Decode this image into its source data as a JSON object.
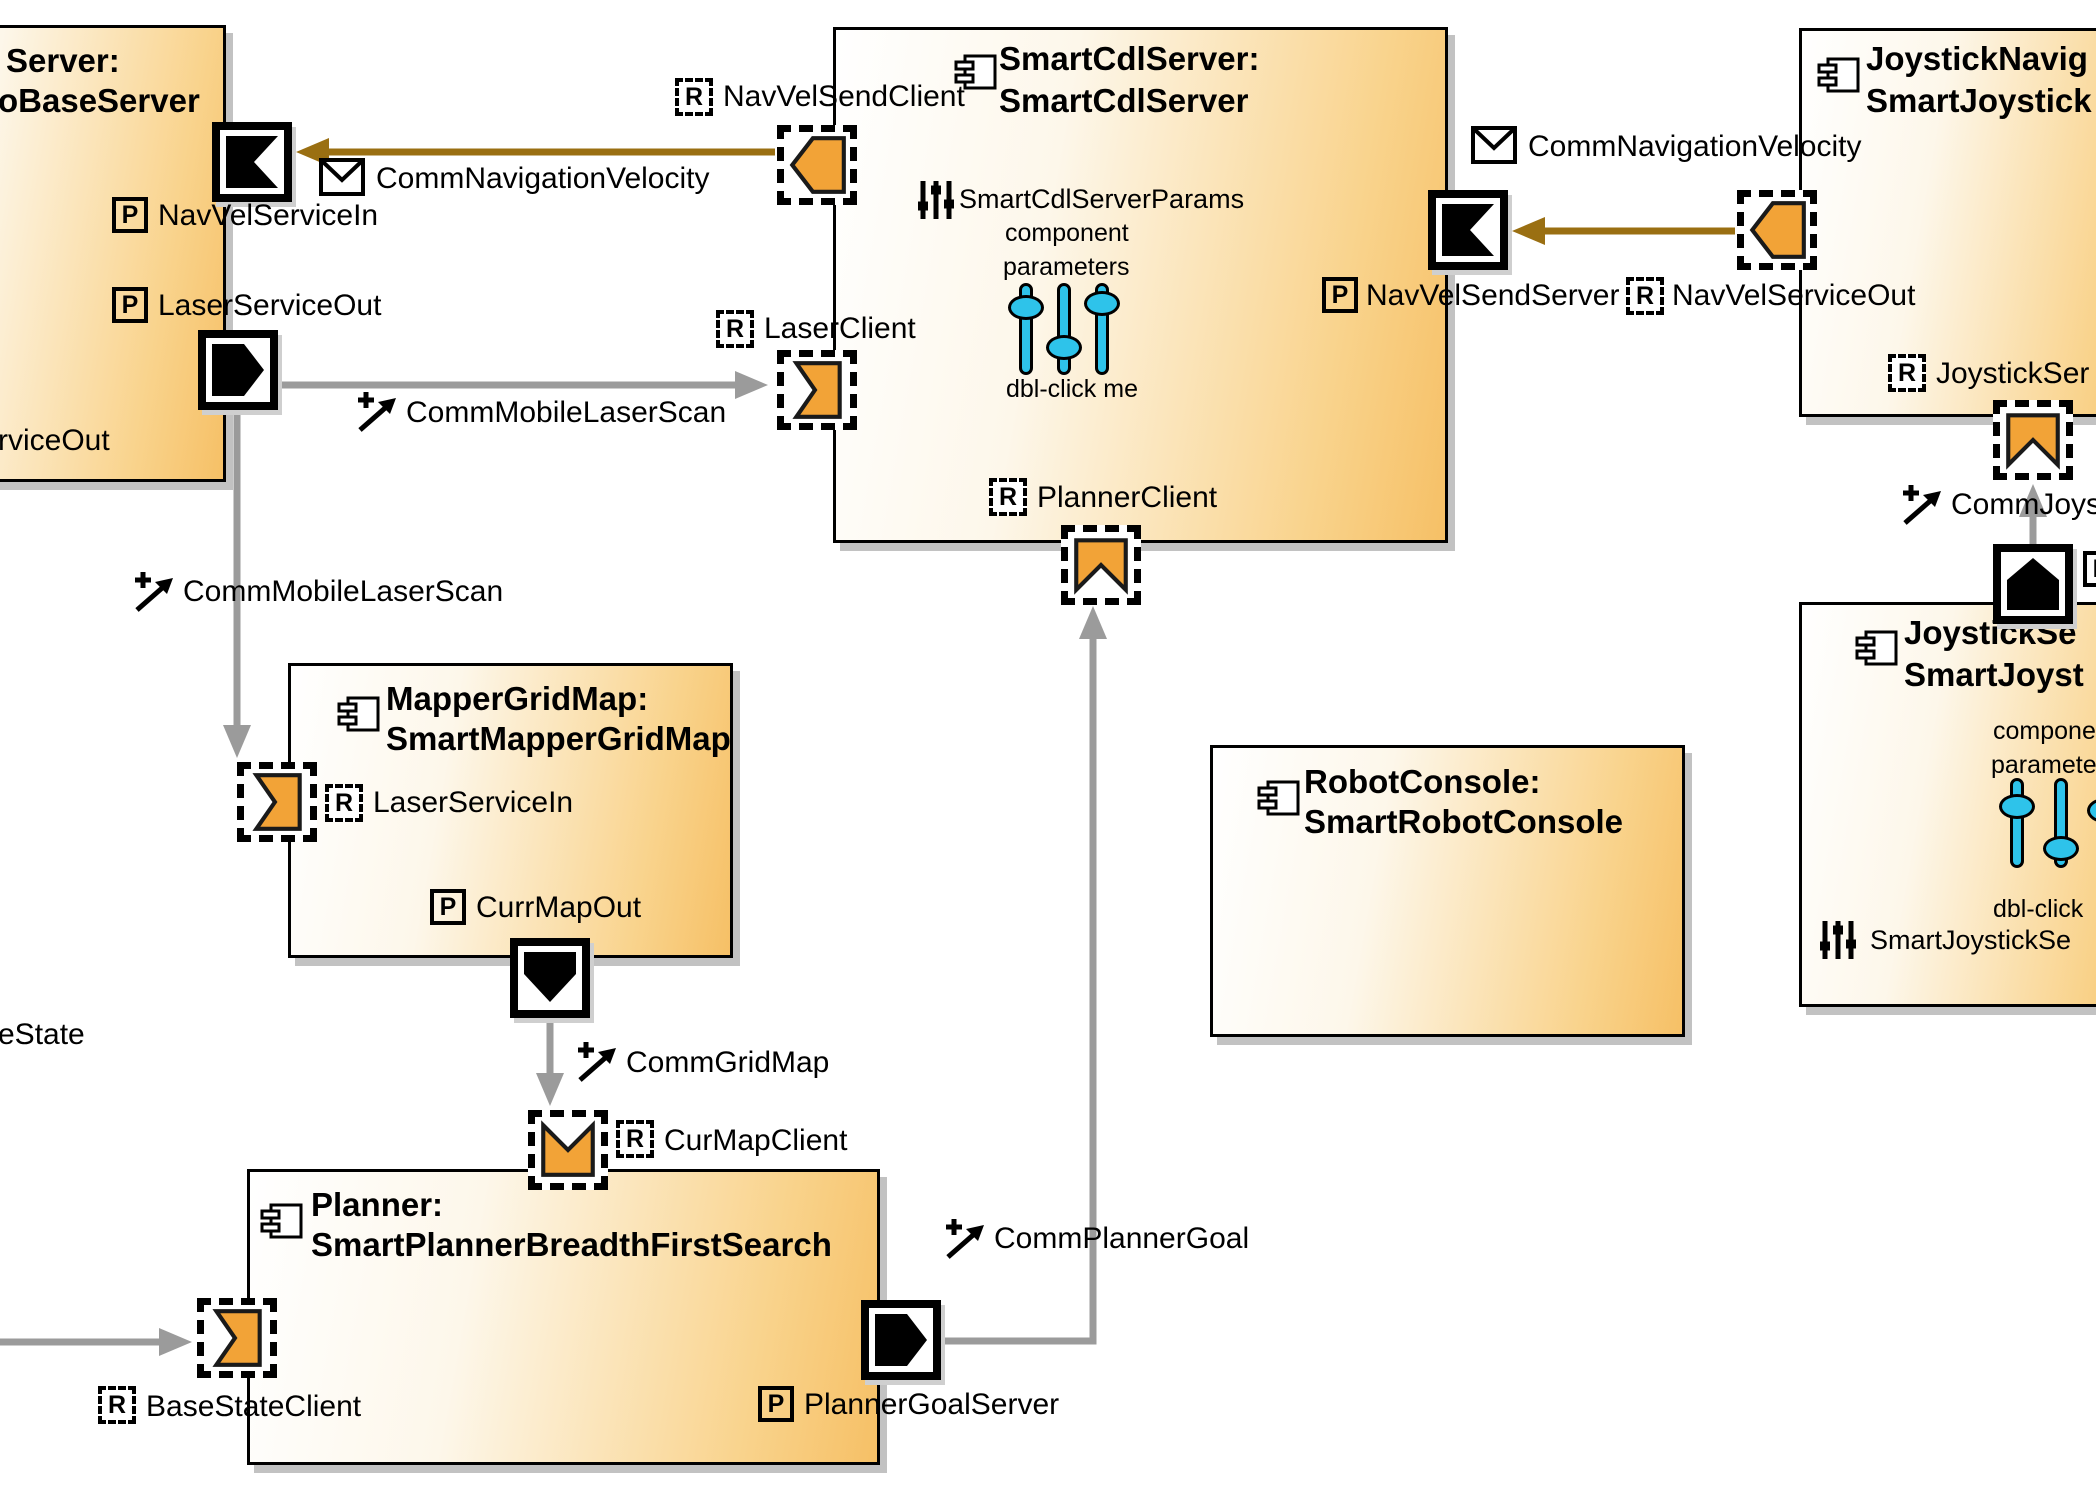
{
  "colors": {
    "box_gradient_end": "#f6c066",
    "port_orange": "#f2a337",
    "wire_gray": "#9b9b9b",
    "wire_brown": "#9a6f12",
    "slider_cyan": "#2ec3ea"
  },
  "letters": {
    "r": "R",
    "p": "P"
  },
  "boxes": {
    "robotBase": {
      "title1": "Server:",
      "title2": "oBaseServer"
    },
    "cdl": {
      "title1": "SmartCdlServer:",
      "title2": "SmartCdlServer"
    },
    "joyNav": {
      "title1": "JoystickNavig",
      "title2": "SmartJoystick"
    },
    "joyServer": {
      "title1": "JoystickSe",
      "title2": "SmartJoyst"
    },
    "mapper": {
      "title1": "MapperGridMap:",
      "title2": "SmartMapperGridMap"
    },
    "console": {
      "title1": "RobotConsole:",
      "title2": "SmartRobotConsole"
    },
    "planner": {
      "title1": "Planner:",
      "title2": "SmartPlannerBreadthFirstSearch"
    }
  },
  "params": {
    "cdl": {
      "name": "SmartCdlServerParams",
      "cap1": "component",
      "cap2": "parameters",
      "hint": "dbl-click me"
    },
    "joy": {
      "name": "SmartJoystickSe",
      "cap1": "compone",
      "cap2": "paramete",
      "hint": "dbl-click"
    }
  },
  "ports": {
    "navVelServiceIn": "NavVelServiceIn",
    "laserServiceOut": "LaserServiceOut",
    "serviceOutFragment": "rviceOut",
    "navVelSendClient": "NavVelSendClient",
    "laserClient": "LaserClient",
    "plannerClient": "PlannerClient",
    "navVelSendServer": "NavVelSendServer",
    "navVelServiceOut": "NavVelServiceOut",
    "joystickSer": "JoystickSer",
    "laserServiceIn": "LaserServiceIn",
    "currMapOut": "CurrMapOut",
    "curMapClient": "CurMapClient",
    "baseStateClient": "BaseStateClient",
    "plannerGoalServer": "PlannerGoalServer"
  },
  "connections": {
    "commNavigationVelocityLeft": "CommNavigationVelocity",
    "commNavigationVelocityRight": "CommNavigationVelocity",
    "commMobileLaserScanTop": "CommMobileLaserScan",
    "commMobileLaserScanMid": "CommMobileLaserScan",
    "commGridMap": "CommGridMap",
    "commPlannerGoal": "CommPlannerGoal",
    "commJoystick": "CommJoys",
    "baseStateFragment": "eState"
  }
}
